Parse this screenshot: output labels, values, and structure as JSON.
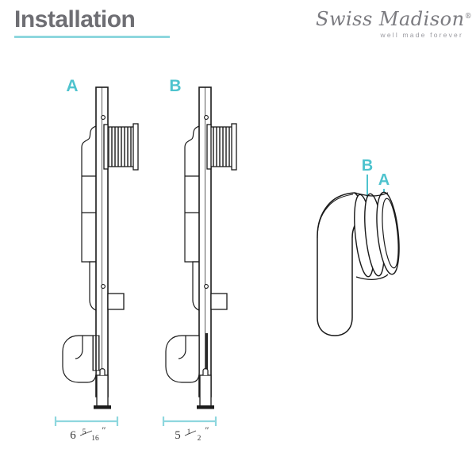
{
  "header": {
    "title": "Installation",
    "underline_color": "#8ed7de"
  },
  "brand": {
    "name": "Swiss Madison",
    "registered_mark": "®",
    "tagline": "well made forever"
  },
  "accent_color": "#4ec3ce",
  "line_color": "#1a1a1a",
  "figures": {
    "left": {
      "label": "A",
      "dimension_value": "6",
      "dimension_fraction_numerator": "5",
      "dimension_fraction_denominator": "16",
      "dimension_unit": "″"
    },
    "middle": {
      "label": "B",
      "dimension_value": "5",
      "dimension_fraction_numerator": "1",
      "dimension_fraction_denominator": "2",
      "dimension_unit": "″"
    },
    "right": {
      "callout_upper": "B",
      "callout_lower": "A"
    }
  }
}
